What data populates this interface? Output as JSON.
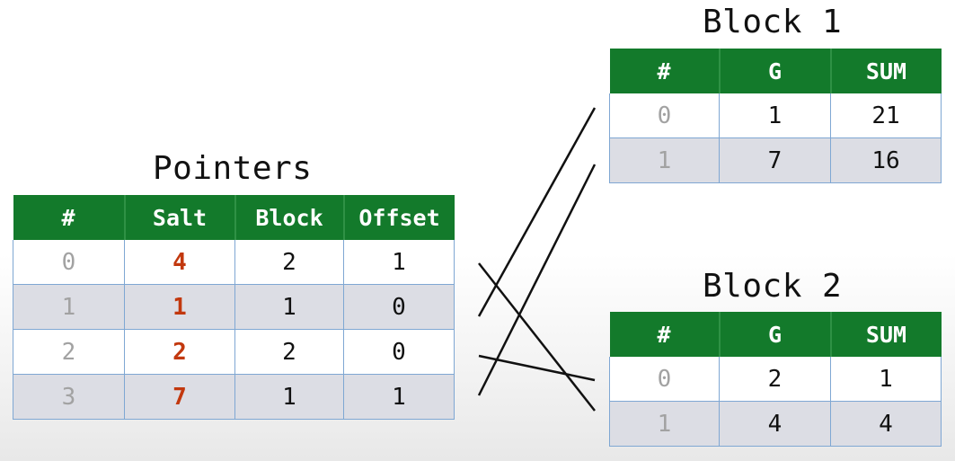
{
  "pointers": {
    "title": "Pointers",
    "headers": [
      "#",
      "Salt",
      "Block",
      "Offset"
    ],
    "rows": [
      [
        "0",
        "4",
        "2",
        "1"
      ],
      [
        "1",
        "1",
        "1",
        "0"
      ],
      [
        "2",
        "2",
        "2",
        "0"
      ],
      [
        "3",
        "7",
        "1",
        "1"
      ]
    ]
  },
  "block1": {
    "title": "Block 1",
    "headers": [
      "#",
      "G",
      "SUM"
    ],
    "rows": [
      [
        "0",
        "1",
        "21"
      ],
      [
        "1",
        "7",
        "16"
      ]
    ]
  },
  "block2": {
    "title": "Block 2",
    "headers": [
      "#",
      "G",
      "SUM"
    ],
    "rows": [
      [
        "0",
        "2",
        "1"
      ],
      [
        "1",
        "4",
        "4"
      ]
    ]
  },
  "colors": {
    "header_bg": "#137a2b",
    "header_text": "#ffffff",
    "salt_text": "#c2380e",
    "index_text": "#a2a2a2",
    "row_alt_bg": "#dcdde4",
    "cell_border": "#7fa7d3"
  }
}
